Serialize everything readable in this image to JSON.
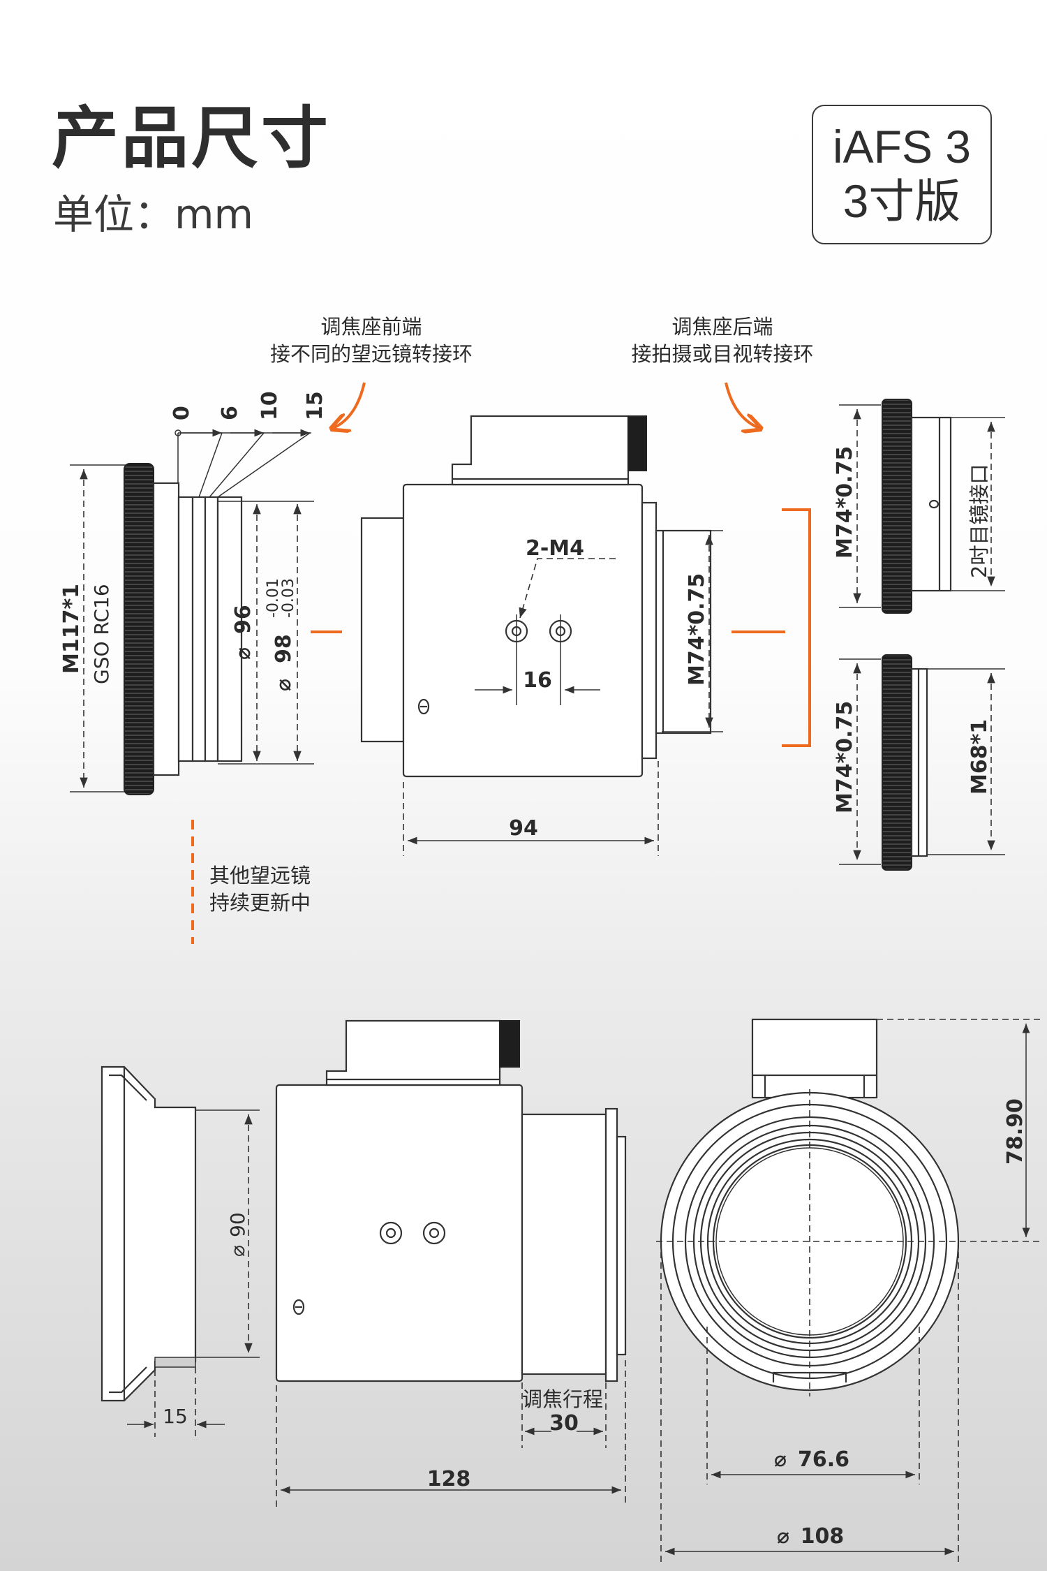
{
  "header": {
    "title": "产品尺寸",
    "unit": "单位：mm",
    "badge_line1": "iAFS 3",
    "badge_line2": "3寸版"
  },
  "colors": {
    "accent": "#ee6a1f",
    "line": "#333333"
  },
  "labels": {
    "front_end_line1": "调焦座前端",
    "front_end_line2": "接不同的望远镜转接环",
    "rear_end_line1": "调焦座后端",
    "rear_end_line2": "接拍摄或目视转接环",
    "other_line1": "其他望远镜",
    "other_line2": "持续更新中",
    "focus_travel": "调焦行程"
  },
  "dimensions": {
    "scale_0": "0",
    "scale_6": "6",
    "scale_10": "10",
    "scale_15": "15",
    "thread_m117": "M117*1",
    "gso": "GSO RC16",
    "d96": "96",
    "d98": "98",
    "tol_upper": "-0.01",
    "tol_lower": "-0.03",
    "two_m4": "2-M4",
    "spacing_16": "16",
    "m74_center": "M74*0.75",
    "length_94": "94",
    "m74_top": "M74*0.75",
    "eyepiece_2in": "2吋目镜接口",
    "m74_bottom": "M74*0.75",
    "m68": "M68*1",
    "d90": "90",
    "len_15": "15",
    "len_30": "30",
    "len_128": "128",
    "d76_6": "76.6",
    "d108": "108",
    "height_78_90": "78.90",
    "diameter_symbol": "⌀"
  }
}
